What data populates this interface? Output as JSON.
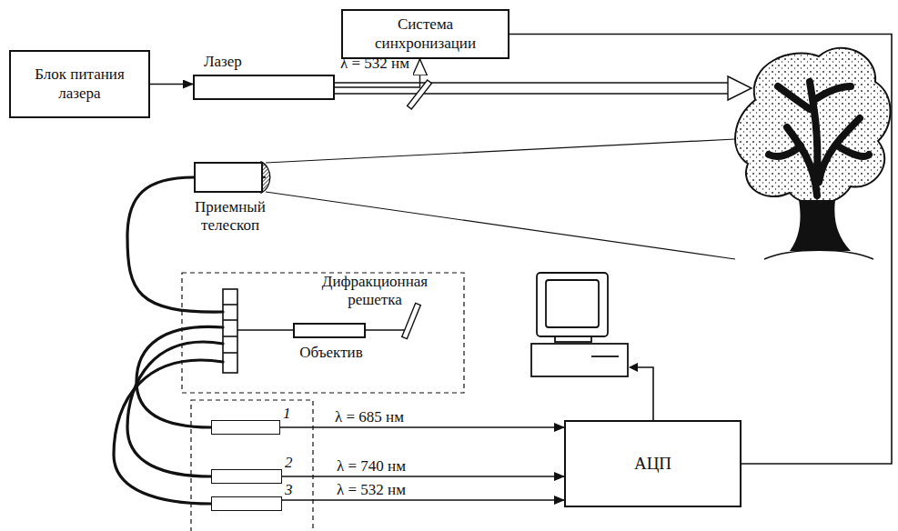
{
  "diagram": {
    "nodes": [
      {
        "text": [
          "Блок питания лазера"
        ]
      },
      {
        "text": [
          "Лазер"
        ]
      },
      {
        "text": [
          "Система синхронизации"
        ]
      },
      {
        "text": [
          "Приемный телескоп"
        ]
      },
      {
        "text": [
          "Объектив"
        ]
      },
      {
        "text": [
          "АЦП"
        ]
      },
      {
        "text": [
          "1"
        ]
      },
      {
        "text": [
          "2"
        ]
      },
      {
        "text": [
          "3"
        ]
      }
    ],
    "edges": [
      {
        "from": 0,
        "to": 1,
        "arrow": "to"
      },
      {
        "from": 1,
        "to": 2,
        "arrow": "to"
      },
      {
        "from": 2,
        "to": 5,
        "arrow": "none"
      },
      {
        "from": 6,
        "to": 5,
        "label": "λ = 685 нм",
        "arrow": "to"
      },
      {
        "from": 7,
        "to": 5,
        "label": "λ = 740 нм",
        "arrow": "to"
      },
      {
        "from": 8,
        "to": 5,
        "label": "λ = 532 нм",
        "arrow": "to"
      }
    ],
    "labels": [
      "λ = 532 нм",
      "Дифракционная решетка"
    ]
  }
}
